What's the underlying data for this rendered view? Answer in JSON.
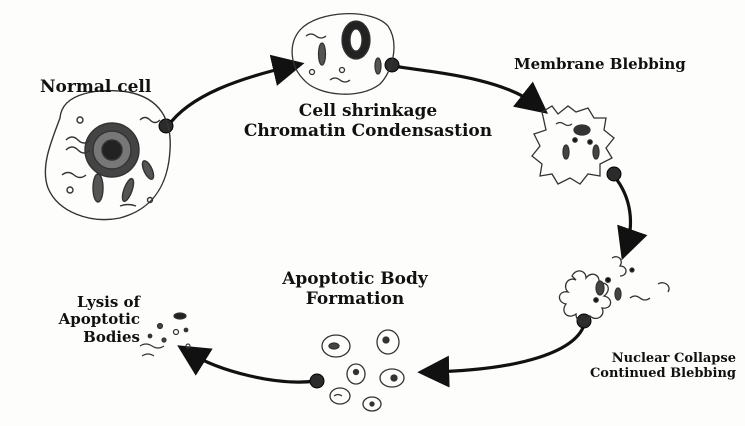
{
  "stages": {
    "normal_cell": "Normal cell",
    "cell_shrinkage": [
      "Cell shrinkage",
      "Chromatin Condensastion"
    ],
    "membrane_blebbing": "Membrane Blebbing",
    "nuclear_collapse": [
      "Nuclear Collapse",
      "Continued Blebbing"
    ],
    "apoptotic_body_formation": [
      "Apoptotic Body",
      "Formation"
    ],
    "lysis": [
      "Lysis of",
      "Apoptotic",
      "Bodies"
    ]
  },
  "colors": {
    "ink": "#111111",
    "node": "#2b2b2b",
    "sketch": "#3a3a3a"
  }
}
